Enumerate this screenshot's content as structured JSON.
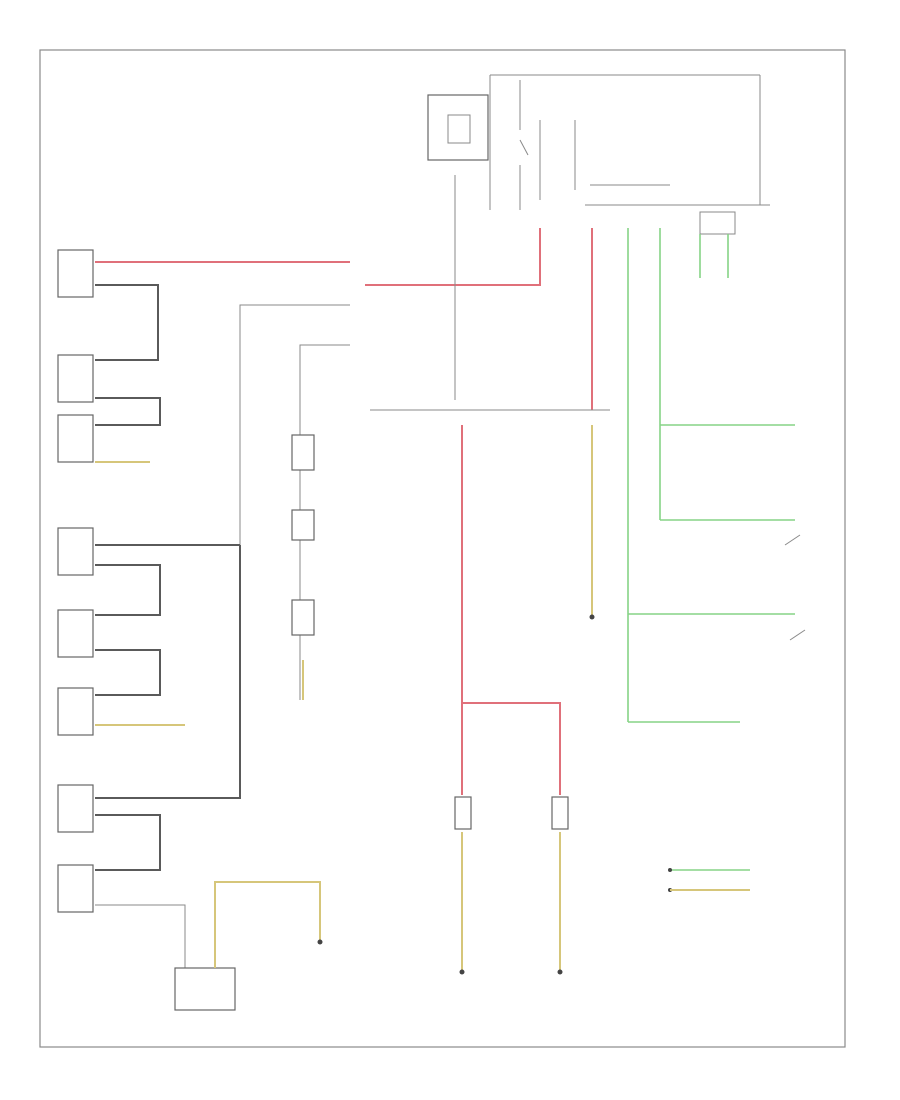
{
  "diagram": {
    "id_label": "",
    "components": [
      {
        "id": "brake_light_sw",
        "label": ""
      },
      {
        "id": "cluster",
        "label": ""
      },
      {
        "id": "front_seat_belt_pretensioner_l",
        "label": ""
      },
      {
        "id": "front_seat_belt_pretensioner_r",
        "label": ""
      },
      {
        "id": "side_impact_l",
        "label": ""
      },
      {
        "id": "side_impact_r",
        "label": ""
      },
      {
        "id": "airbag_module",
        "label": ""
      },
      {
        "id": "knee_airbag",
        "label": ""
      },
      {
        "id": "left_horn",
        "label": ""
      },
      {
        "id": "right_horn",
        "label": ""
      },
      {
        "id": "occupant_sensor",
        "label": ""
      },
      {
        "id": "passenger_sensor",
        "label": ""
      }
    ]
  }
}
